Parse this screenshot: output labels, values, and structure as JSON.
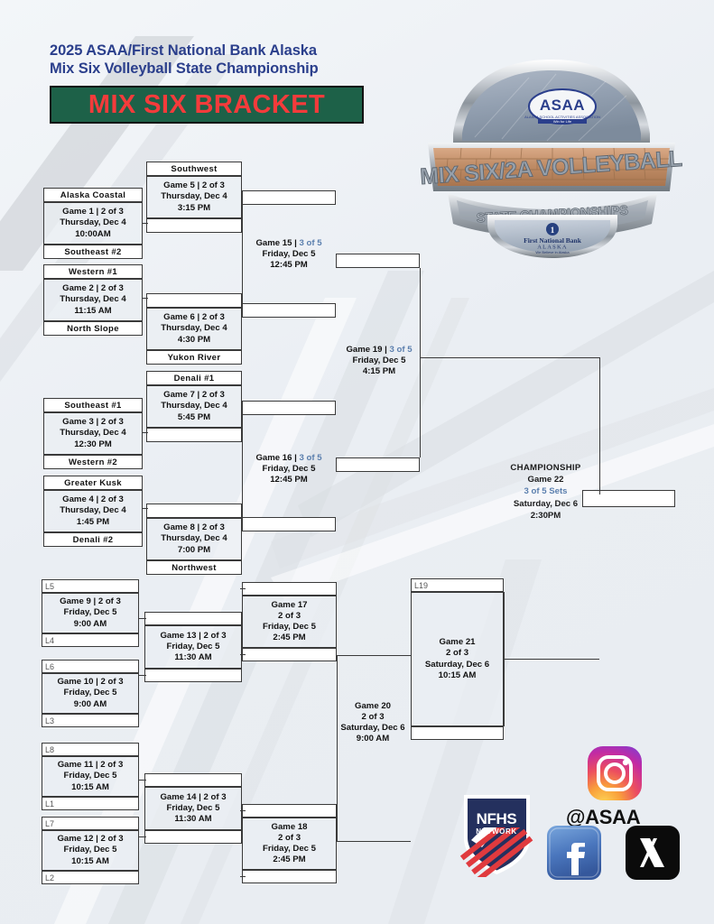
{
  "header": {
    "title_line1": "2025 ASAA/First National Bank Alaska",
    "title_line2": "Mix Six Volleyball State Championship",
    "banner": "MIX SIX BRACKET",
    "title_color": "#2b3f8c",
    "banner_bg": "#1d6148",
    "banner_text_color": "#f43b3b"
  },
  "emblem": {
    "org": "ASAA",
    "org_tagline": "Win for Life",
    "band_text": "MIX SIX / 2A VOLLEYBALL",
    "subtitle": "STATE CHAMPIONSHIPS",
    "sponsor_line1": "First National Bank",
    "sponsor_line2": "A L A S K A",
    "sponsor_line3": "We Believe in Alaska"
  },
  "bracket": {
    "games": [
      {
        "id": "game-1",
        "top_slot": "Alaska Coastal",
        "bottom_slot": "Southeast #2",
        "label": "Game 1 | 2 of 3",
        "label_prefix": "Game 1 | ",
        "sets": "2 of 3",
        "date": "Thursday, Dec 4",
        "time": "10:00AM"
      },
      {
        "id": "game-2",
        "top_slot": "Western #1",
        "bottom_slot": "North Slope",
        "label_prefix": "Game 2 | ",
        "sets": "2 of 3",
        "date": "Thursday, Dec 4",
        "time": "11:15 AM"
      },
      {
        "id": "game-3",
        "top_slot": "Southeast #1",
        "bottom_slot": "Western #2",
        "label_prefix": "Game 3 | ",
        "sets": "2 of 3",
        "date": "Thursday, Dec 4",
        "time": "12:30 PM"
      },
      {
        "id": "game-4",
        "top_slot": "Greater Kusk",
        "bottom_slot": "Denali #2",
        "label_prefix": "Game 4 | ",
        "sets": "2 of 3",
        "date": "Thursday, Dec 4",
        "time": "1:45 PM"
      },
      {
        "id": "game-5",
        "top_slot": "Southwest",
        "bottom_slot": "",
        "label_prefix": "Game 5 | ",
        "sets": "2 of 3",
        "date": "Thursday, Dec 4",
        "time": "3:15 PM"
      },
      {
        "id": "game-6",
        "top_slot": "",
        "bottom_slot": "Yukon River",
        "label_prefix": "Game 6 | ",
        "sets": "2 of 3",
        "date": "Thursday, Dec 4",
        "time": "4:30 PM"
      },
      {
        "id": "game-7",
        "top_slot": "Denali #1",
        "bottom_slot": "",
        "label_prefix": "Game 7 | ",
        "sets": "2 of 3",
        "date": "Thursday, Dec 4",
        "time": "5:45 PM"
      },
      {
        "id": "game-8",
        "top_slot": "",
        "bottom_slot": "Northwest",
        "label_prefix": "Game 8 | ",
        "sets": "2 of 3",
        "date": "Thursday, Dec 4",
        "time": "7:00 PM"
      },
      {
        "id": "game-9",
        "top_slot": "L5",
        "bottom_slot": "L4",
        "label_prefix": "Game 9 | ",
        "sets": "2 of 3",
        "date": "Friday, Dec 5",
        "time": "9:00 AM"
      },
      {
        "id": "game-10",
        "top_slot": "L6",
        "bottom_slot": "L3",
        "label_prefix": "Game 10 | ",
        "sets": "2 of 3",
        "date": "Friday, Dec 5",
        "time": "9:00 AM"
      },
      {
        "id": "game-11",
        "top_slot": "L8",
        "bottom_slot": "L1",
        "label_prefix": "Game 11 | ",
        "sets": "2 of 3",
        "date": "Friday, Dec 5",
        "time": "10:15 AM"
      },
      {
        "id": "game-12",
        "top_slot": "L7",
        "bottom_slot": "L2",
        "label_prefix": "Game 12 | ",
        "sets": "2 of 3",
        "date": "Friday, Dec 5",
        "time": "10:15 AM"
      },
      {
        "id": "game-13",
        "label_prefix": "Game 13 | ",
        "sets": "2 of 3",
        "date": "Friday, Dec 5",
        "time": "11:30 AM"
      },
      {
        "id": "game-14",
        "label_prefix": "Game 14 | ",
        "sets": "2 of 3",
        "date": "Friday, Dec 5",
        "time": "11:30 AM"
      },
      {
        "id": "game-15",
        "label_prefix": "Game 15 | ",
        "sets": "3 of 5",
        "date": "Friday, Dec 5",
        "time": "12:45 PM"
      },
      {
        "id": "game-16",
        "label_prefix": "Game 16 | ",
        "sets": "3 of 5",
        "date": "Friday, Dec 5",
        "time": "12:45 PM"
      },
      {
        "id": "game-17",
        "name": "Game 17",
        "sets": "2 of 3",
        "date": "Friday, Dec 5",
        "time": "2:45 PM"
      },
      {
        "id": "game-18",
        "name": "Game 18",
        "sets": "2 of 3",
        "date": "Friday, Dec 5",
        "time": "2:45 PM"
      },
      {
        "id": "game-19",
        "label_prefix": "Game 19 | ",
        "sets": "3 of 5",
        "date": "Friday, Dec 5",
        "time": "4:15 PM"
      },
      {
        "id": "game-20",
        "name": "Game 20",
        "sets": "2 of 3",
        "date": "Saturday, Dec 6",
        "time": "9:00 AM"
      },
      {
        "id": "game-21",
        "name": "Game 21",
        "sets": "2 of 3",
        "date": "Saturday, Dec 6",
        "time": "10:15 AM",
        "top_slot": "L19"
      },
      {
        "id": "game-22",
        "heading": "CHAMPIONSHIP",
        "name": "Game 22",
        "sets": "3 of 5 Sets",
        "date": "Saturday, Dec 6",
        "time": "2:30PM"
      }
    ]
  },
  "socials": {
    "nfhs_line1": "NFHS",
    "nfhs_line2": "NETWORK",
    "handle": "@ASAA",
    "instagram": "instagram-icon",
    "facebook": "facebook-icon",
    "x": "x-twitter-icon"
  }
}
